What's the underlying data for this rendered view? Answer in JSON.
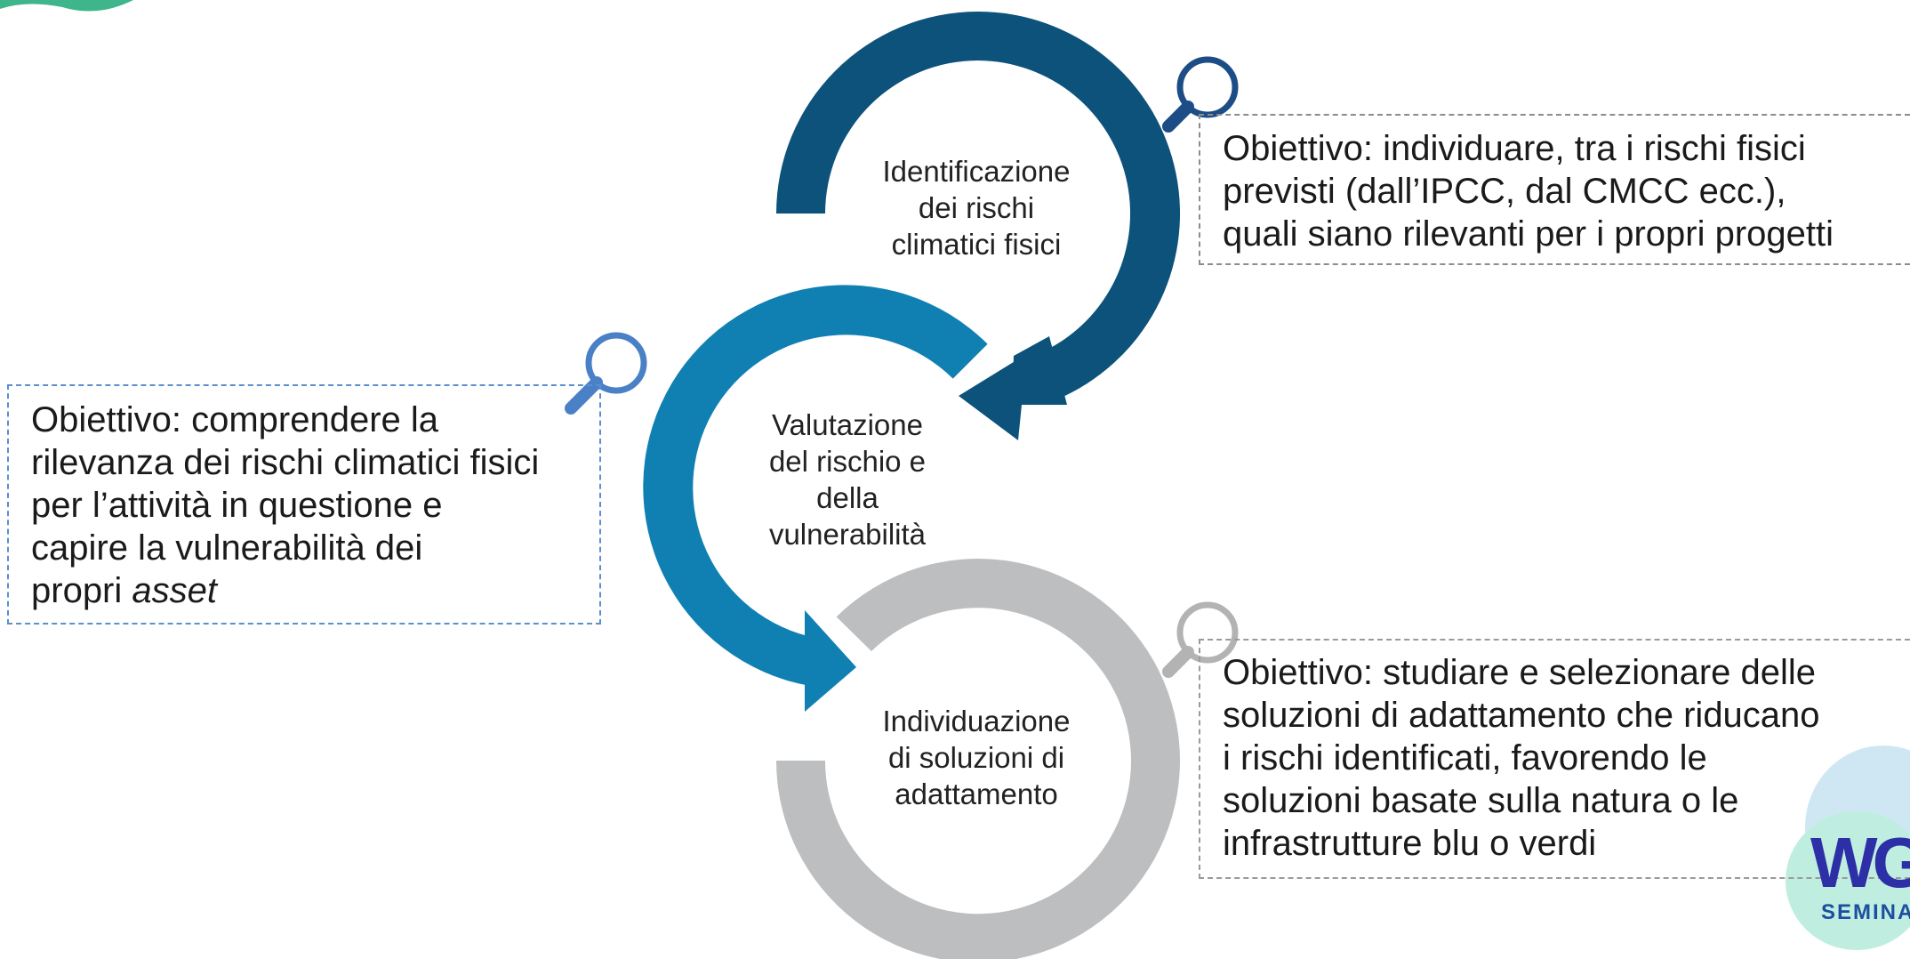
{
  "steps": [
    {
      "label": "Identificazione\ndei rischi\nclimatici fisici",
      "color": "#0c527a"
    },
    {
      "label": "Valutazione\ndel rischio e\ndella\nvulnerabilità",
      "color": "#1080b3"
    },
    {
      "label": "Individuazione\ndi soluzioni di\nadattamento",
      "color": "#bdbec0"
    }
  ],
  "notes": [
    {
      "lines": [
        "Obiettivo: individuare, tra i rischi fisici",
        "previsti (dall’IPCC, dal CMCC ecc.),",
        "quali siano rilevanti per i propri progetti"
      ]
    },
    {
      "lines": [
        "Obiettivo: comprendere la",
        "rilevanza dei rischi climatici fisici",
        "per l’attività in questione e",
        "capire la vulnerabilità dei"
      ],
      "last_prefix": "propri ",
      "last_italic": "asset"
    },
    {
      "lines": [
        "Obiettivo: studiare e selezionare delle",
        "soluzioni di adattamento che riducano",
        "i rischi identificati, favorendo le",
        "soluzioni basate sulla natura o le",
        "infrastrutture blu o verdi"
      ]
    }
  ],
  "icons": [
    "magnifier-icon",
    "magnifier-icon",
    "magnifier-icon"
  ],
  "logo": {
    "word": "WG",
    "sub": "SEMINA"
  }
}
